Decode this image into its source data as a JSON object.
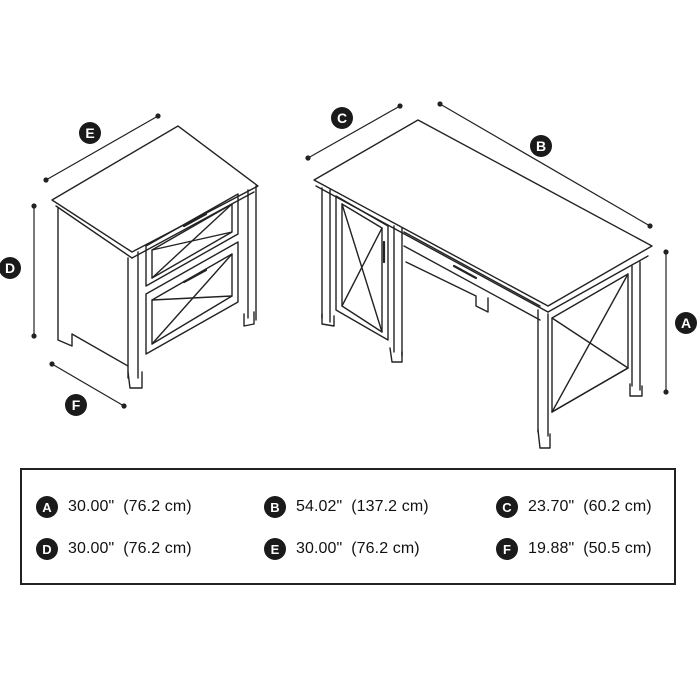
{
  "dimensions": [
    {
      "letter": "A",
      "inches": "30.00\"",
      "cm": "(76.2 cm)"
    },
    {
      "letter": "B",
      "inches": "54.02\"",
      "cm": "(137.2 cm)"
    },
    {
      "letter": "C",
      "inches": "23.70\"",
      "cm": "(60.2 cm)"
    },
    {
      "letter": "D",
      "inches": "30.00\"",
      "cm": "(76.2 cm)"
    },
    {
      "letter": "E",
      "inches": "30.00\"",
      "cm": "(76.2 cm)"
    },
    {
      "letter": "F",
      "inches": "19.88\"",
      "cm": "(50.5 cm)"
    }
  ],
  "colors": {
    "line": "#222222",
    "badge": "#1a1a1a",
    "background": "#ffffff"
  }
}
